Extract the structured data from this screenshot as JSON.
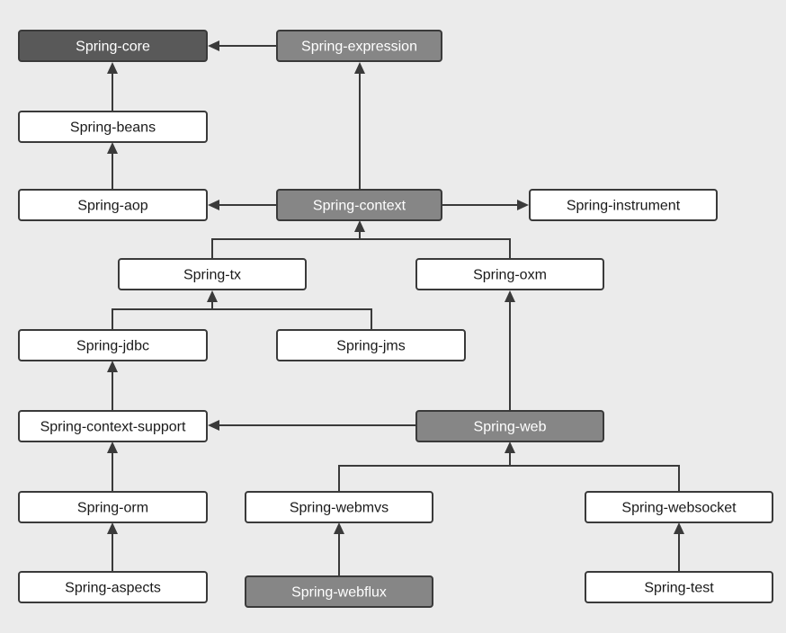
{
  "diagram": {
    "nodes": {
      "core": {
        "label": "Spring-core",
        "shade": "dark"
      },
      "expression": {
        "label": "Spring-expression",
        "shade": "mid"
      },
      "beans": {
        "label": "Spring-beans",
        "shade": "light"
      },
      "aop": {
        "label": "Spring-aop",
        "shade": "light"
      },
      "context": {
        "label": "Spring-context",
        "shade": "mid"
      },
      "instrument": {
        "label": "Spring-instrument",
        "shade": "light"
      },
      "tx": {
        "label": "Spring-tx",
        "shade": "light"
      },
      "oxm": {
        "label": "Spring-oxm",
        "shade": "light"
      },
      "jdbc": {
        "label": "Spring-jdbc",
        "shade": "light"
      },
      "jms": {
        "label": "Spring-jms",
        "shade": "light"
      },
      "context_support": {
        "label": "Spring-context-support",
        "shade": "light"
      },
      "web": {
        "label": "Spring-web",
        "shade": "mid"
      },
      "orm": {
        "label": "Spring-orm",
        "shade": "light"
      },
      "webmvs": {
        "label": "Spring-webmvs",
        "shade": "light"
      },
      "websocket": {
        "label": "Spring-websocket",
        "shade": "light"
      },
      "aspects": {
        "label": "Spring-aspects",
        "shade": "light"
      },
      "webflux": {
        "label": "Spring-webflux",
        "shade": "mid"
      },
      "test": {
        "label": "Spring-test",
        "shade": "light"
      }
    },
    "edges": [
      {
        "from": "expression",
        "to": "core"
      },
      {
        "from": "beans",
        "to": "core"
      },
      {
        "from": "aop",
        "to": "beans"
      },
      {
        "from": "context",
        "to": "expression"
      },
      {
        "from": "context",
        "to": "aop"
      },
      {
        "from": "context",
        "to": "instrument"
      },
      {
        "from": "tx",
        "to": "context"
      },
      {
        "from": "oxm",
        "to": "context"
      },
      {
        "from": "jdbc",
        "to": "tx"
      },
      {
        "from": "jms",
        "to": "tx"
      },
      {
        "from": "context_support",
        "to": "jdbc"
      },
      {
        "from": "web",
        "to": "context_support"
      },
      {
        "from": "web",
        "to": "oxm"
      },
      {
        "from": "orm",
        "to": "context_support"
      },
      {
        "from": "aspects",
        "to": "orm"
      },
      {
        "from": "webmvs",
        "to": "web"
      },
      {
        "from": "websocket",
        "to": "web"
      },
      {
        "from": "webflux",
        "to": "webmvs"
      },
      {
        "from": "test",
        "to": "websocket"
      }
    ],
    "colors": {
      "background": "#ebebeb",
      "node_light": "#ffffff",
      "node_mid": "#868686",
      "node_dark": "#595959",
      "stroke": "#3a3a3a"
    }
  }
}
